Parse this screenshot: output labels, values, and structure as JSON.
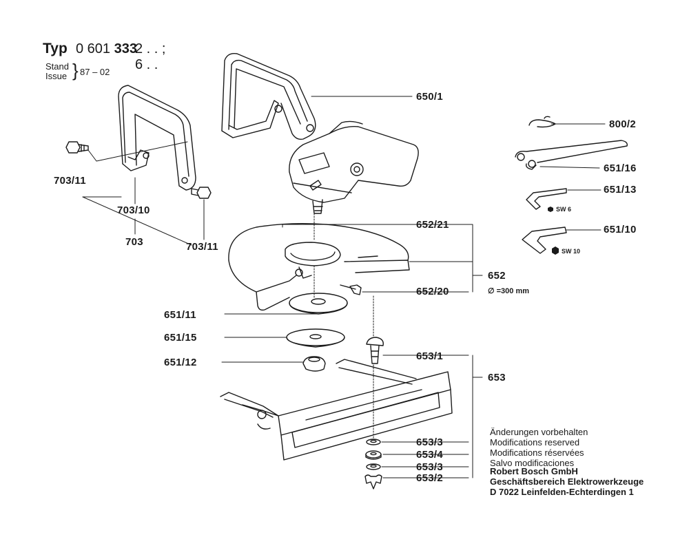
{
  "header": {
    "typ": "Typ",
    "model_prefix": "0 601",
    "model_main": "333",
    "suffix_line1": "2 . . ;",
    "suffix_line2": "6 . .",
    "stand_line1": "Stand",
    "stand_line2": "Issue",
    "stand_value": "87 – 02"
  },
  "callouts": {
    "c650_1": "650/1",
    "c800_2": "800/2",
    "c651_16": "651/16",
    "c651_13": "651/13",
    "c651_10": "651/10",
    "c703_11_left": "703/11",
    "c703_10": "703/10",
    "c703": "703",
    "c703_11_right": "703/11",
    "c652_21": "652/21",
    "c652": "652",
    "c652_20": "652/20",
    "c652_diam": "∅ =300 mm",
    "c651_11": "651/11",
    "c651_15": "651/15",
    "c651_12": "651/12",
    "c653_1": "653/1",
    "c653": "653",
    "c653_3a": "653/3",
    "c653_4": "653/4",
    "c653_3b": "653/3",
    "c653_2": "653/2",
    "sw6": "SW 6",
    "sw10": "SW 10"
  },
  "notes": [
    "Änderungen vorbehalten",
    "Modifications reserved",
    "Modifications réservées",
    "Salvo modificaciones"
  ],
  "company": [
    "Robert Bosch GmbH",
    "Geschäftsbereich Elektrowerkzeuge",
    "D 7022 Leinfelden-Echterdingen 1"
  ],
  "colors": {
    "ink": "#1a1a1a",
    "paper": "#ffffff"
  }
}
